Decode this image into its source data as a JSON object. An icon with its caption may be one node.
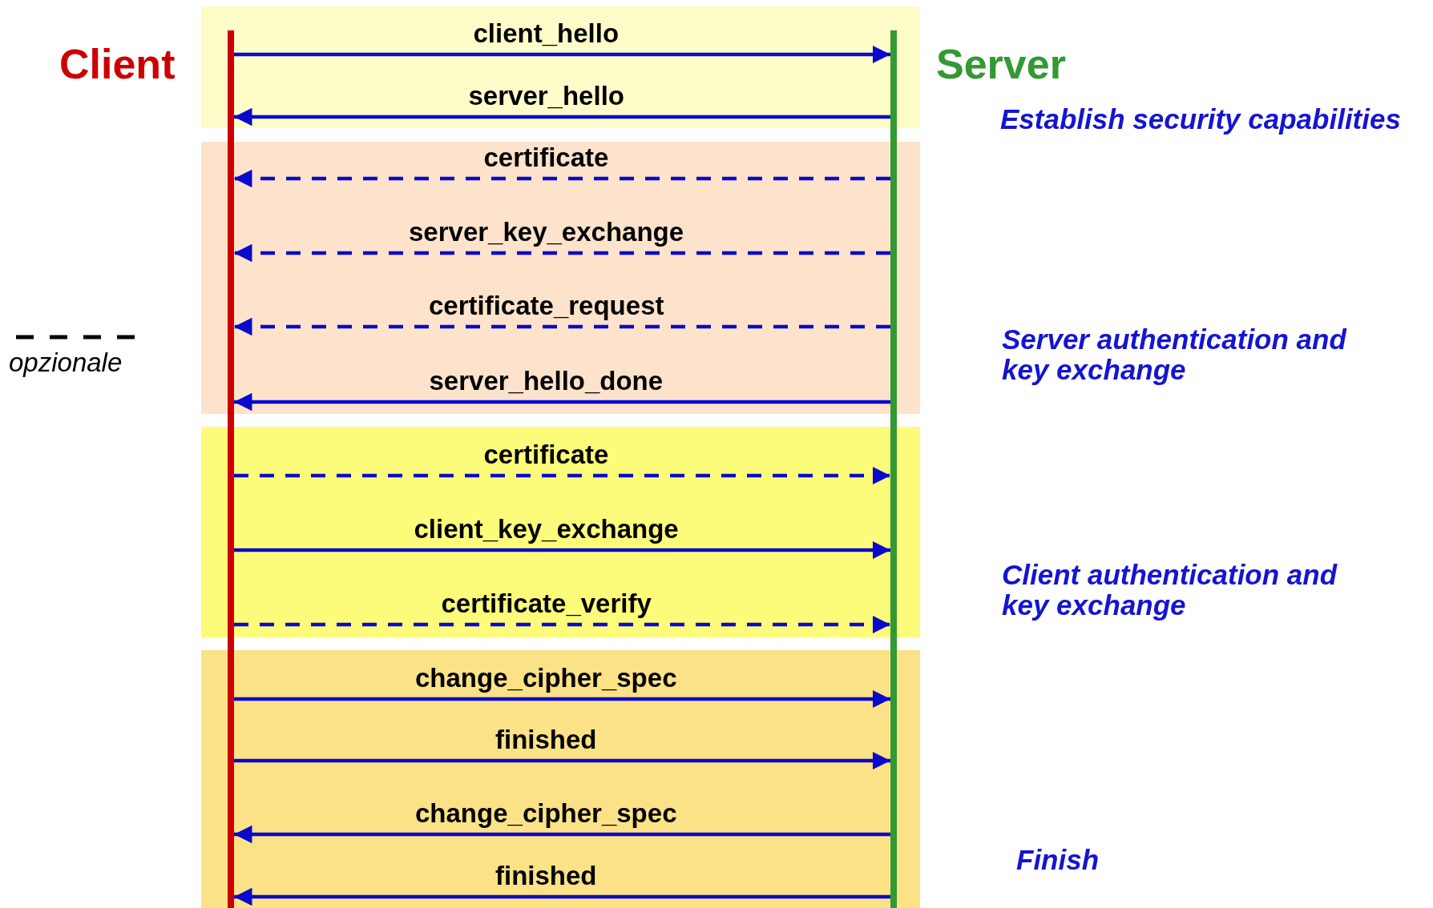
{
  "diagram": {
    "nodes": [
      {
        "text": [
          "Client"
        ]
      },
      {
        "text": [
          "Server"
        ]
      }
    ],
    "edges": [
      {
        "from": 0,
        "to": 1,
        "arrow": "to",
        "label": "client_hello"
      },
      {
        "from": 1,
        "to": 0,
        "arrow": "to",
        "label": "server_hello"
      },
      {
        "from": 1,
        "to": 0,
        "arrow": "to",
        "label": "certificate",
        "style": "dashed"
      },
      {
        "from": 1,
        "to": 0,
        "arrow": "to",
        "label": "server_key_exchange",
        "style": "dashed"
      },
      {
        "from": 1,
        "to": 0,
        "arrow": "to",
        "label": "certificate_request",
        "style": "dashed"
      },
      {
        "from": 1,
        "to": 0,
        "arrow": "to",
        "label": "server_hello_done"
      },
      {
        "from": 0,
        "to": 1,
        "arrow": "to",
        "label": "certificate",
        "style": "dashed"
      },
      {
        "from": 0,
        "to": 1,
        "arrow": "to",
        "label": "client_key_exchange"
      },
      {
        "from": 0,
        "to": 1,
        "arrow": "to",
        "label": "certificate_verify",
        "style": "dashed"
      },
      {
        "from": 0,
        "to": 1,
        "arrow": "to",
        "label": "change_cipher_spec"
      },
      {
        "from": 0,
        "to": 1,
        "arrow": "to",
        "label": "finished"
      },
      {
        "from": 1,
        "to": 0,
        "arrow": "to",
        "label": "change_cipher_spec"
      },
      {
        "from": 1,
        "to": 0,
        "arrow": "to",
        "label": "finished"
      }
    ],
    "labels": [
      "Establish security capabilities",
      "Server authentication and key exchange",
      "Client authentication and key exchange",
      "Finish"
    ],
    "legend": [
      {
        "text": "opzionale"
      }
    ]
  }
}
